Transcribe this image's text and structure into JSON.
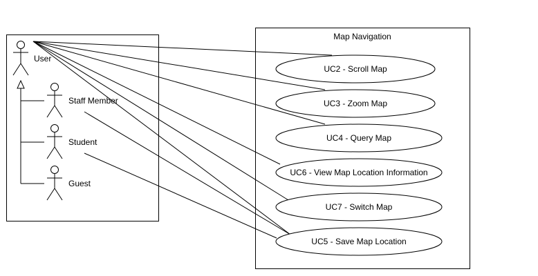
{
  "system": {
    "title": "Map Navigation"
  },
  "actors": {
    "user": "User",
    "staff": "Staff Member",
    "student": "Student",
    "guest": "Guest"
  },
  "use_cases": {
    "uc2": "UC2 - Scroll Map",
    "uc3": "UC3 - Zoom Map",
    "uc4": "UC4 - Query Map",
    "uc6": "UC6 - View Map Location Information",
    "uc7": "UC7 - Switch Map",
    "uc5": "UC5 - Save Map Location"
  },
  "colors": {
    "stroke": "#000000",
    "fill": "#ffffff"
  }
}
